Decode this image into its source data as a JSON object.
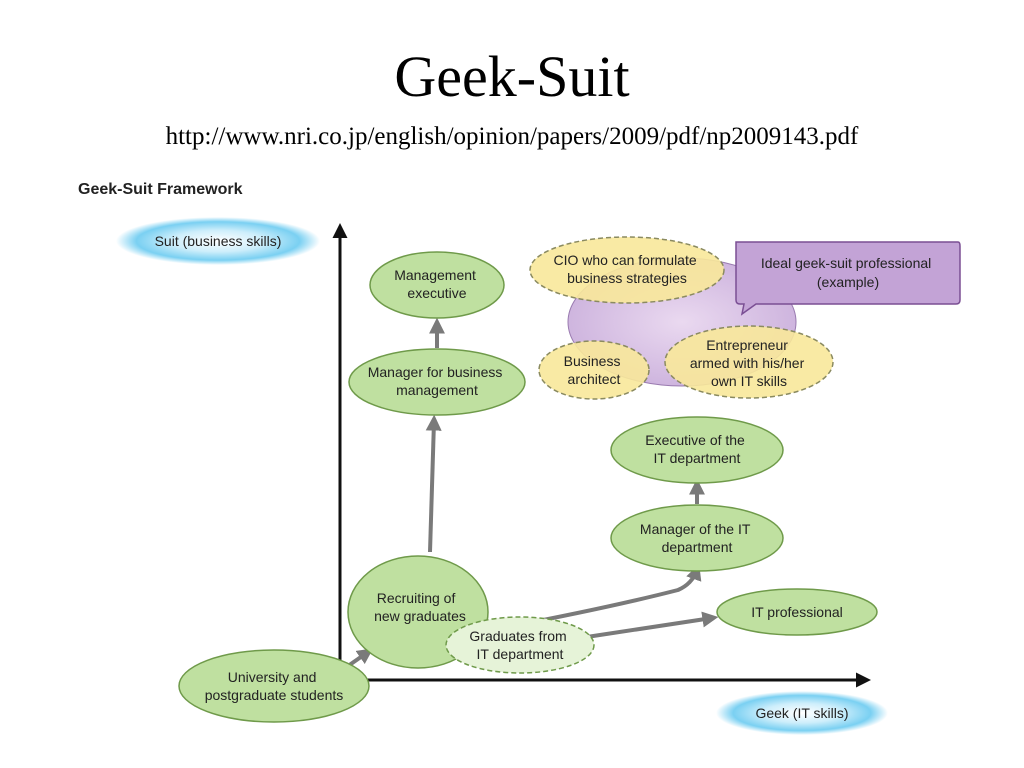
{
  "slide": {
    "title": "Geek-Suit",
    "subtitle": "http://www.nri.co.jp/english/opinion/papers/2009/pdf/np2009143.pdf"
  },
  "diagram": {
    "title": "Geek-Suit Framework",
    "axes": {
      "y_label": "Suit (business skills)",
      "x_label": "Geek (IT skills)"
    },
    "nodes": {
      "university": [
        "University and",
        "postgraduate students"
      ],
      "recruiting": [
        "Recruiting of",
        "new graduates"
      ],
      "graduates_it": [
        "Graduates from",
        "IT department"
      ],
      "it_professional": [
        "IT professional"
      ],
      "manager_it": [
        "Manager of the IT",
        "department"
      ],
      "executive_it": [
        "Executive of the",
        "IT department"
      ],
      "manager_business": [
        "Manager for business",
        "management"
      ],
      "management_exec": [
        "Management",
        "executive"
      ],
      "cio": [
        "CIO who can formulate",
        "business strategies"
      ],
      "business_architect": [
        "Business",
        "architect"
      ],
      "entrepreneur": [
        "Entrepreneur",
        "armed with his/her",
        "own IT skills"
      ],
      "ideal_callout": [
        "Ideal geek-suit professional",
        "(example)"
      ]
    },
    "colors": {
      "green_fill": "#bfe0a0",
      "green_stroke": "#6f9a4a",
      "light_green_fill": "#e6f3d8",
      "yellow_fill": "#f8e89a",
      "yellow_stroke": "#8a8a60",
      "purple_fill": "#c3a3d6",
      "purple_stroke": "#7b4f94",
      "lavender_blob": "#d7c5e3",
      "cyan_glow": "#7ad0f2",
      "arrow_gray": "#7a7a7a",
      "axis_black": "#111111"
    }
  }
}
